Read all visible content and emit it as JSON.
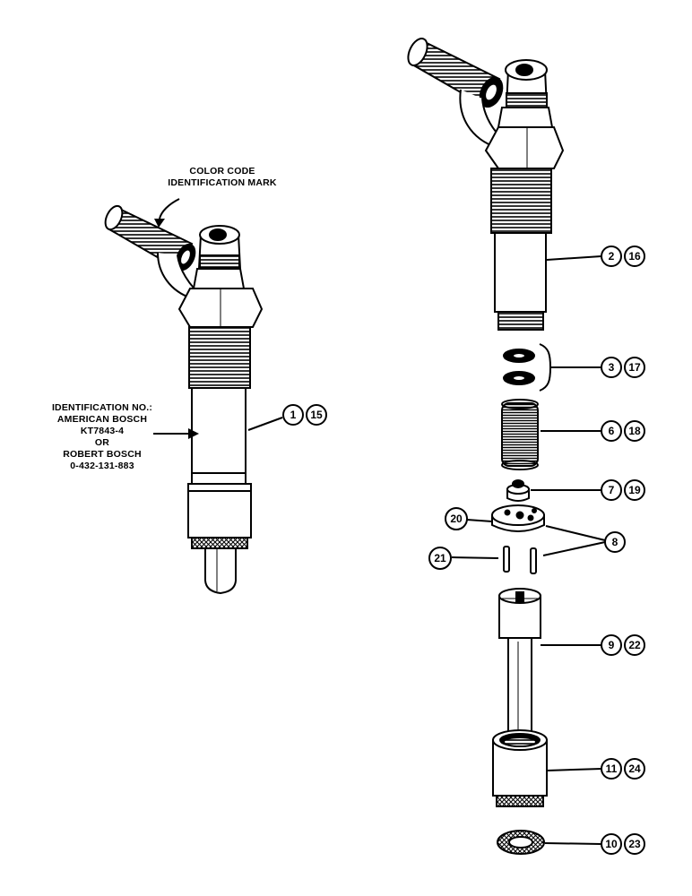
{
  "annotations": {
    "color_code_line1": "COLOR CODE",
    "color_code_line2": "IDENTIFICATION MARK",
    "ident_line1": "IDENTIFICATION NO.:",
    "ident_line2": "AMERICAN BOSCH",
    "ident_line3": "KT7843-4",
    "ident_line4": "OR",
    "ident_line5": "ROBERT BOSCH",
    "ident_line6": "0-432-131-883"
  },
  "callouts": {
    "c1": "1",
    "c15": "15",
    "c2": "2",
    "c16": "16",
    "c3": "3",
    "c17": "17",
    "c6": "6",
    "c18": "18",
    "c7": "7",
    "c19": "19",
    "c20": "20",
    "c8": "8",
    "c21": "21",
    "c9": "9",
    "c22": "22",
    "c11": "11",
    "c24": "24",
    "c10": "10",
    "c23": "23"
  }
}
